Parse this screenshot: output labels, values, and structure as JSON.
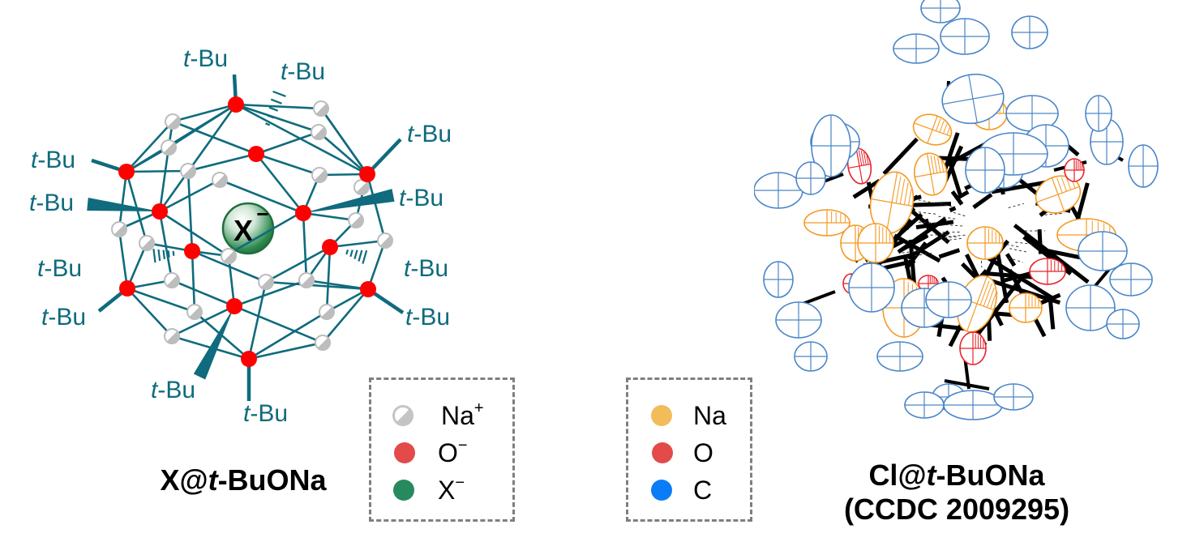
{
  "figure": {
    "left_panel": {
      "title": "X@t-BuONa",
      "title_parts": {
        "prefix": "X@",
        "italic": "t",
        "suffix": "-BuONa"
      },
      "central_ion_label": "X",
      "central_ion_charge": "−",
      "substituent_label": {
        "italic": "t",
        "rest": "-Bu"
      },
      "substituent_count": 12,
      "colors": {
        "bond": "#0f6b7d",
        "oxygen": "#ff0000",
        "sodium": "#c8c8c8",
        "halide": "#2e8b57",
        "label": "#0f6b7d"
      },
      "legend": [
        {
          "symbol": "na-plus-icon",
          "label": "Na",
          "charge": "+",
          "color": "#c4c4c4"
        },
        {
          "symbol": "o-minus-icon",
          "label": "O",
          "charge": "−",
          "color": "#e34a4a"
        },
        {
          "symbol": "x-minus-icon",
          "label": "X",
          "charge": "−",
          "color": "#268a5e"
        }
      ]
    },
    "right_panel": {
      "title_line1_parts": {
        "prefix": "Cl@",
        "italic": "t",
        "suffix": "-BuONa"
      },
      "title_line2": "(CCDC 2009295)",
      "colors": {
        "sodium": "#f59a23",
        "oxygen": "#e8222a",
        "carbon": "#4a86c8",
        "bond": "#000000"
      },
      "legend": [
        {
          "symbol": "na-icon",
          "label": "Na",
          "color": "#f2bc5a"
        },
        {
          "symbol": "o-icon",
          "label": "O",
          "color": "#e34a4a"
        },
        {
          "symbol": "c-icon",
          "label": "C",
          "color": "#0a7cf7"
        }
      ]
    }
  }
}
